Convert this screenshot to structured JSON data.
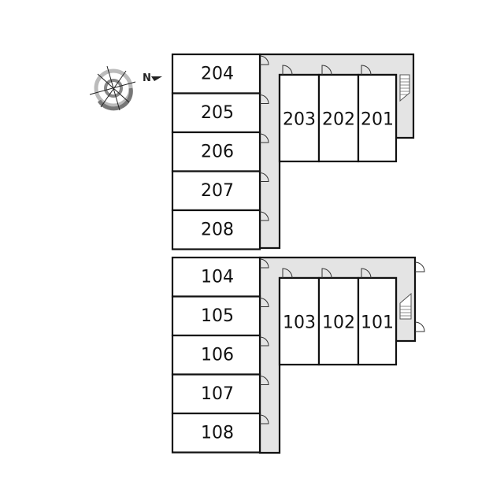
{
  "compass": {
    "north_label": "N"
  },
  "floor2": {
    "west_rooms": [
      "204",
      "205",
      "206",
      "207",
      "208"
    ],
    "east_rooms": [
      "203",
      "202",
      "201"
    ]
  },
  "floor1": {
    "west_rooms": [
      "104",
      "105",
      "106",
      "107",
      "108"
    ],
    "east_rooms": [
      "103",
      "102",
      "101"
    ]
  }
}
